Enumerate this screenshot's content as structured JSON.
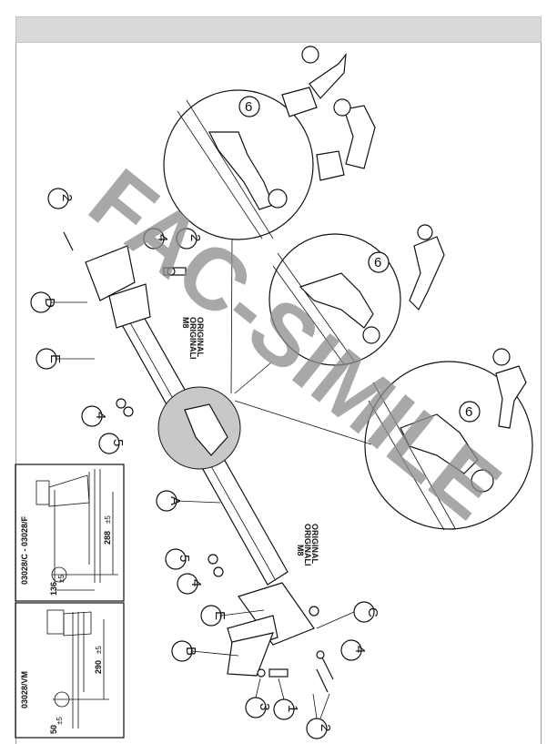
{
  "callouts": {
    "part_1": "1",
    "part_2": "2",
    "part_3": "3",
    "part_4": "4",
    "part_5": "5",
    "part_6": "6",
    "part_A": "A",
    "part_B": "B",
    "part_C": "C",
    "part_D": "D",
    "part_E": "E"
  },
  "notes": {
    "m8_top": "M8",
    "original_top_1": "ORIGINALI",
    "original_top_2": "ORIGINAL",
    "m8_bottom": "M8",
    "original_bottom_1": "ORIGINALI",
    "original_bottom_2": "ORIGINAL"
  },
  "inset_top": {
    "title": "03028/C - 03028/F",
    "dim_height": "288",
    "dim_height_tol": "±5",
    "dim_width": "136",
    "dim_width_tol": "±5"
  },
  "inset_bottom": {
    "title": "03028/VM",
    "dim_height": "290",
    "dim_height_tol": "±5",
    "dim_width": "50",
    "dim_width_tol": "±5"
  },
  "watermark": "FAC-SIMILE",
  "colors": {
    "header": "#d9d9d9",
    "watermark": "#8c8c8c",
    "lens": "#c8c8c8"
  }
}
